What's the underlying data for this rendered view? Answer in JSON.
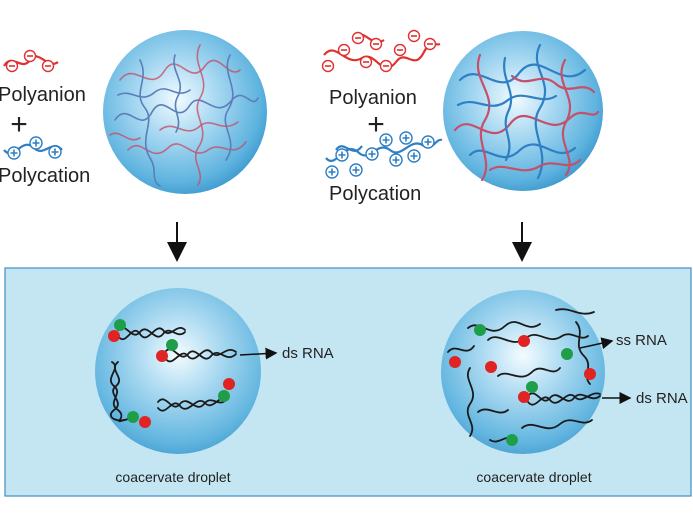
{
  "left_panel": {
    "polyanion_label": "Polyanion",
    "plus_sign": "+",
    "polycation_label": "Polycation"
  },
  "right_panel": {
    "polyanion_label": "Polyanion",
    "plus_sign": "+",
    "polycation_label": "Polycation"
  },
  "bottom_left": {
    "caption": "coacervate droplet",
    "ds_label": "ds RNA"
  },
  "bottom_right": {
    "caption": "coacervate droplet",
    "ss_label": "ss RNA",
    "ds_label": "ds RNA"
  },
  "colors": {
    "polyanion": "#e03131",
    "polycation": "#2f7fc4",
    "droplet": "#5eb3df",
    "box_fill": "#c4e6f3",
    "box_stroke": "#3f8fc4",
    "rna": "#1a1a1a",
    "green_bead": "#1f9e4a",
    "red_bead": "#e02424"
  },
  "icons": [
    "down-arrow-icon",
    "right-arrow-icon",
    "minus-charge-icon",
    "plus-charge-icon"
  ]
}
